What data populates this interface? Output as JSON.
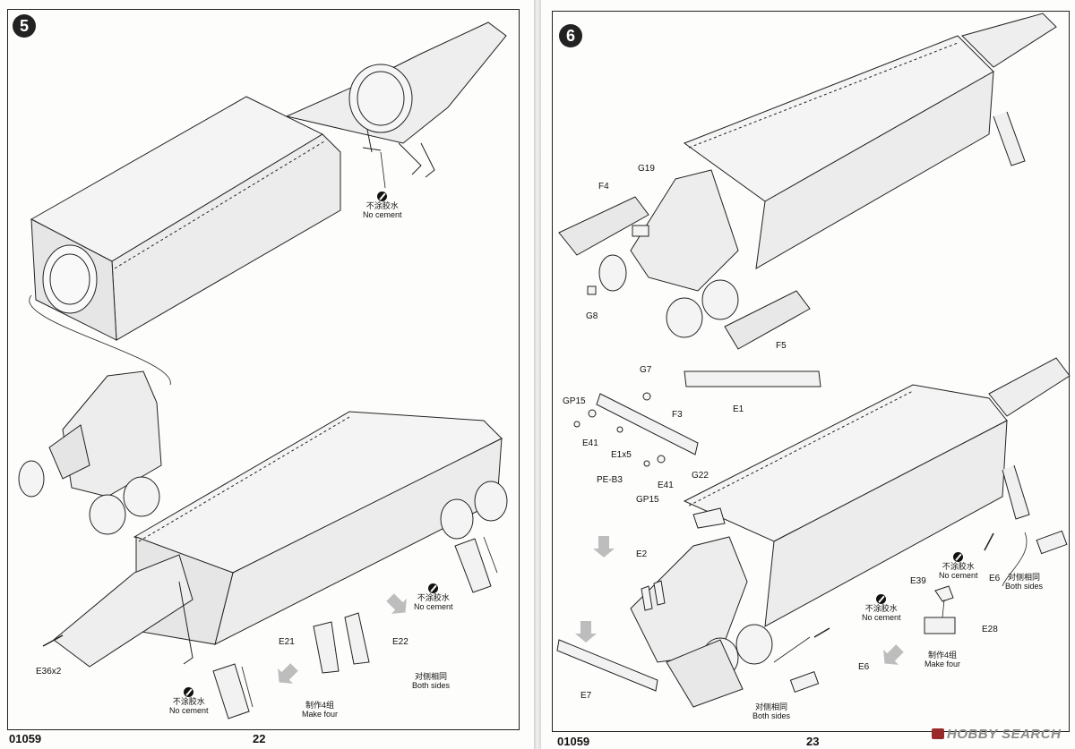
{
  "left_page": {
    "step": "5",
    "code": "01059",
    "page": "22",
    "notes": {
      "no_cement_top": {
        "zh": "不涂胶水",
        "en": "No cement"
      },
      "no_cement_mid": {
        "zh": "不涂胶水",
        "en": "No cement"
      },
      "no_cement_bottom": {
        "zh": "不涂胶水",
        "en": "No cement"
      },
      "make_four": {
        "zh": "制作4组",
        "en": "Make four"
      },
      "both_sides": {
        "zh": "对侧相同",
        "en": "Both sides"
      }
    },
    "parts": {
      "e21": "E21",
      "e22": "E22",
      "e36": "E36x2"
    }
  },
  "right_page": {
    "step": "6",
    "code": "01059",
    "page": "23",
    "notes": {
      "no_cement_a": {
        "zh": "不涂胶水",
        "en": "No cement"
      },
      "both_sides_a": {
        "zh": "对侧相同",
        "en": "Both sides"
      },
      "no_cement_b": {
        "zh": "不涂胶水",
        "en": "No cement"
      },
      "make_four": {
        "zh": "制作4组",
        "en": "Make four"
      },
      "both_sides_b": {
        "zh": "对侧相同",
        "en": "Both sides"
      }
    },
    "parts": {
      "f4": "F4",
      "g19": "G19",
      "g8": "G8",
      "f5": "F5",
      "g7": "G7",
      "e1": "E1",
      "gp15_a": "GP15",
      "f3": "F3",
      "e41_a": "E41",
      "e1x5": "E1x5",
      "pe_b3": "PE-B3",
      "e41_b": "E41",
      "gp15_b": "GP15",
      "g22": "G22",
      "e2": "E2",
      "e6_a": "E6",
      "e39": "E39",
      "e28": "E28",
      "e6_b": "E6",
      "e7": "E7"
    }
  },
  "watermark": {
    "brand": "HOBBY SEARCH",
    "logo_icon": "hobby-search-logo-icon"
  }
}
